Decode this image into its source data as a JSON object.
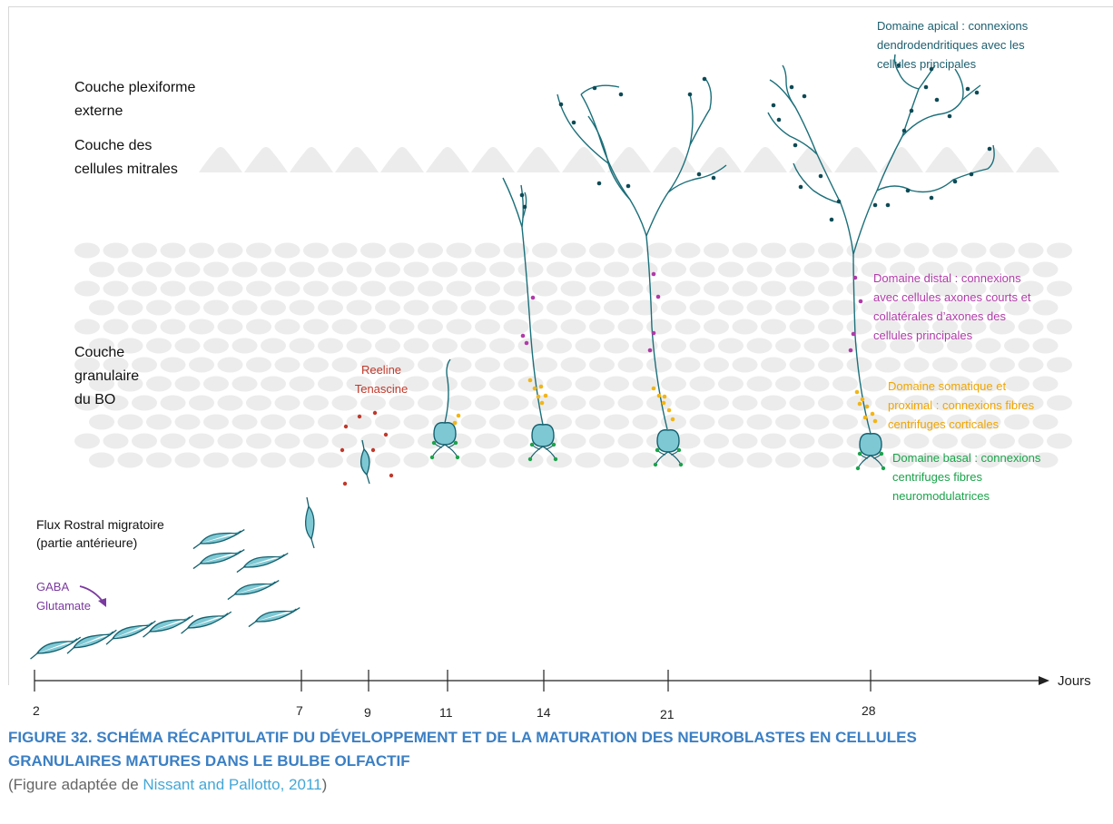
{
  "labels": {
    "plexiform": "Couche plexiforme\nexterne",
    "mitral": "Couche des\ncellules mitrales",
    "granular": "Couche\ngranulaire\ndu BO",
    "rms": "Flux Rostral migratoire\n(partie antérieure)",
    "gaba": "GABA\nGlutamate",
    "reeline": "Reeline\nTenascine"
  },
  "domains": {
    "apical": "Domaine apical : connexions\ndendrodendritiques avec les\ncellules principales",
    "distal": "Domaine distal : connexions\navec cellules axones courts et\ncollatérales d’axones des\ncellules principales",
    "somatic": "Domaine somatique et\nproximal : connexions fibres\ncentrifuges corticales",
    "basal": "Domaine basal : connexions\ncentrifuges fibres\nneuromodulatrices"
  },
  "axis": {
    "title": "Jours",
    "ticks": [
      "2",
      "7",
      "9",
      "11",
      "14",
      "21",
      "28"
    ]
  },
  "caption": {
    "title": "FIGURE 32. SCHÉMA RÉCAPITULATIF DU DÉVELOPPEMENT ET DE LA MATURATION DES NEUROBLASTES EN CELLULES\nGRANULAIRES MATURES DANS LE BULBE OLFACTIF",
    "source_prefix": "(Figure adaptée de ",
    "source_ref": "Nissant and Pallotto, 2011",
    "source_suffix": ")"
  },
  "colors": {
    "cell_fill": "#7ec8d4",
    "cell_stroke": "#14606e",
    "dendrite": "#1b6f7a",
    "apical_spine": "#0d4a55",
    "distal_spine": "#b03aa8",
    "somatic_spine": "#f2b515",
    "basal_spine": "#1aa34a",
    "reeline_dot": "#c0392b",
    "gaba_arrow": "#7b3aa0",
    "apical_text": "#1c5e6e",
    "distal_text": "#b03aa8",
    "somatic_text": "#f0a500",
    "basal_text": "#1aa34a",
    "reeline_text": "#c0392b",
    "gaba_text": "#7b3aa0",
    "granule_bg": "#ececec",
    "mitral_bg": "#ececec"
  }
}
